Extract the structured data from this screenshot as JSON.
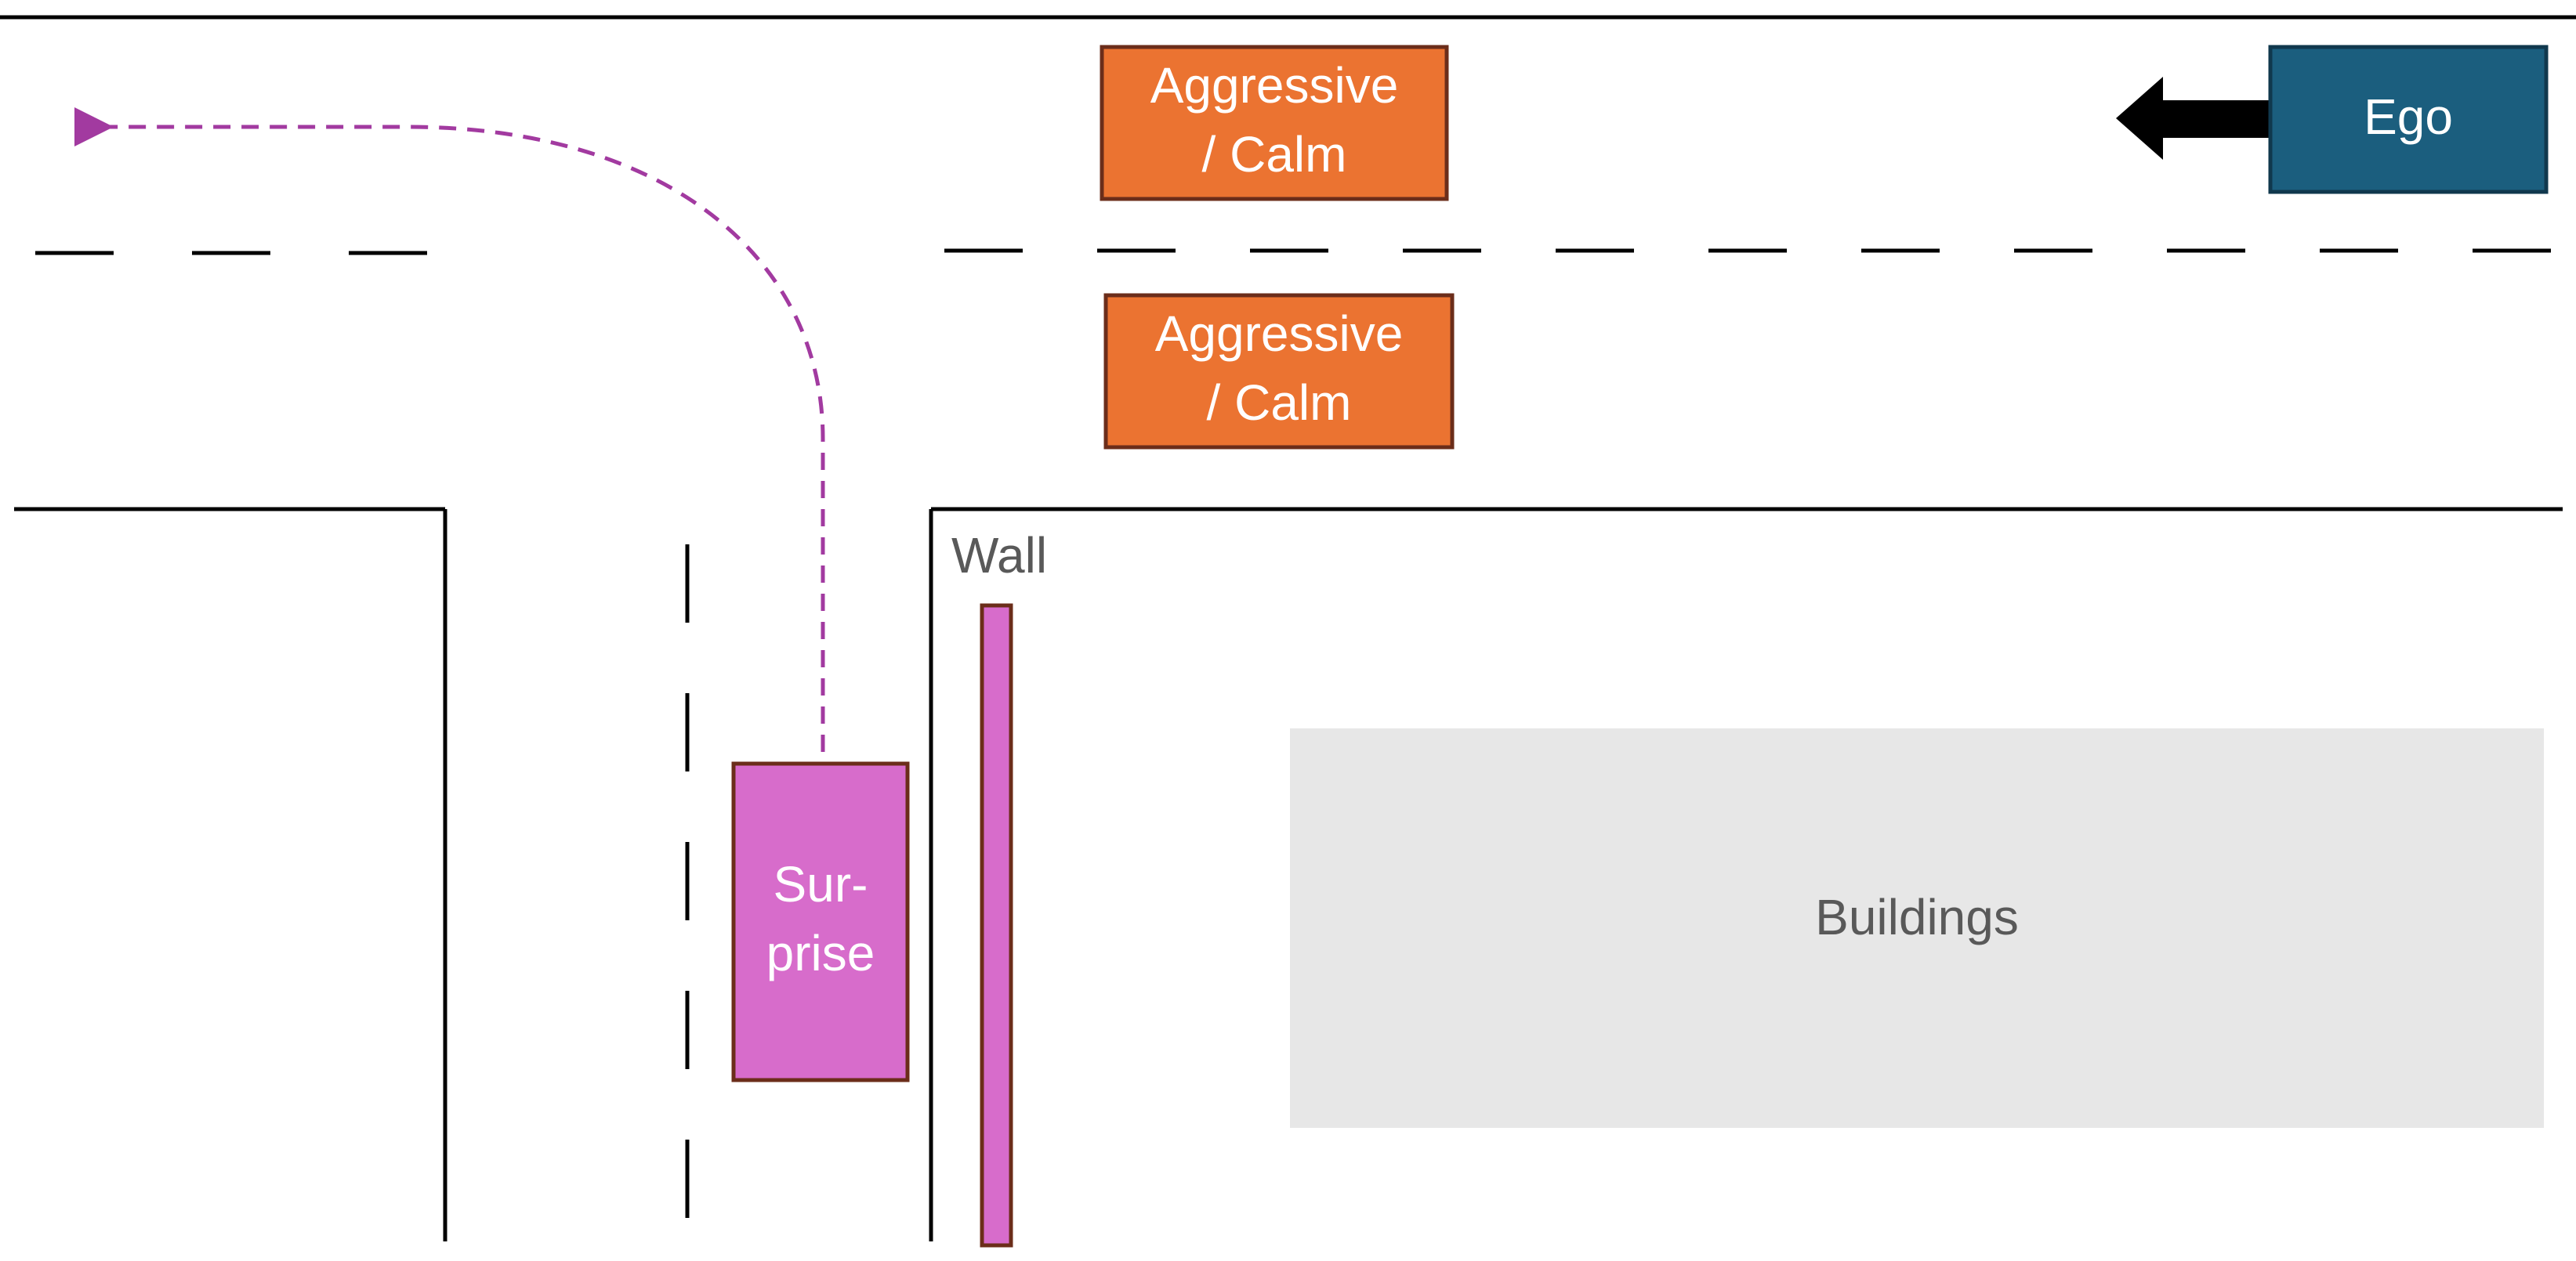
{
  "vehicles": {
    "ego": {
      "label": "Ego",
      "color": "#1b5e7e"
    },
    "aggressive_calm_upper": {
      "line1": "Aggressive",
      "line2": "/ Calm",
      "color": "#eb7331"
    },
    "aggressive_calm_lower": {
      "line1": "Aggressive",
      "line2": "/ Calm",
      "color": "#eb7331"
    },
    "surprise": {
      "line1": "Sur-",
      "line2": "prise",
      "color": "#d76ccb"
    }
  },
  "wall": {
    "label": "Wall",
    "color": "#d76ccb"
  },
  "buildings": {
    "label": "Buildings",
    "color": "#e7e7e7"
  },
  "colors": {
    "outline": "#6b2d1a",
    "road_line": "#000000",
    "path": "#a23aa0",
    "ego_arrow": "#000000"
  }
}
